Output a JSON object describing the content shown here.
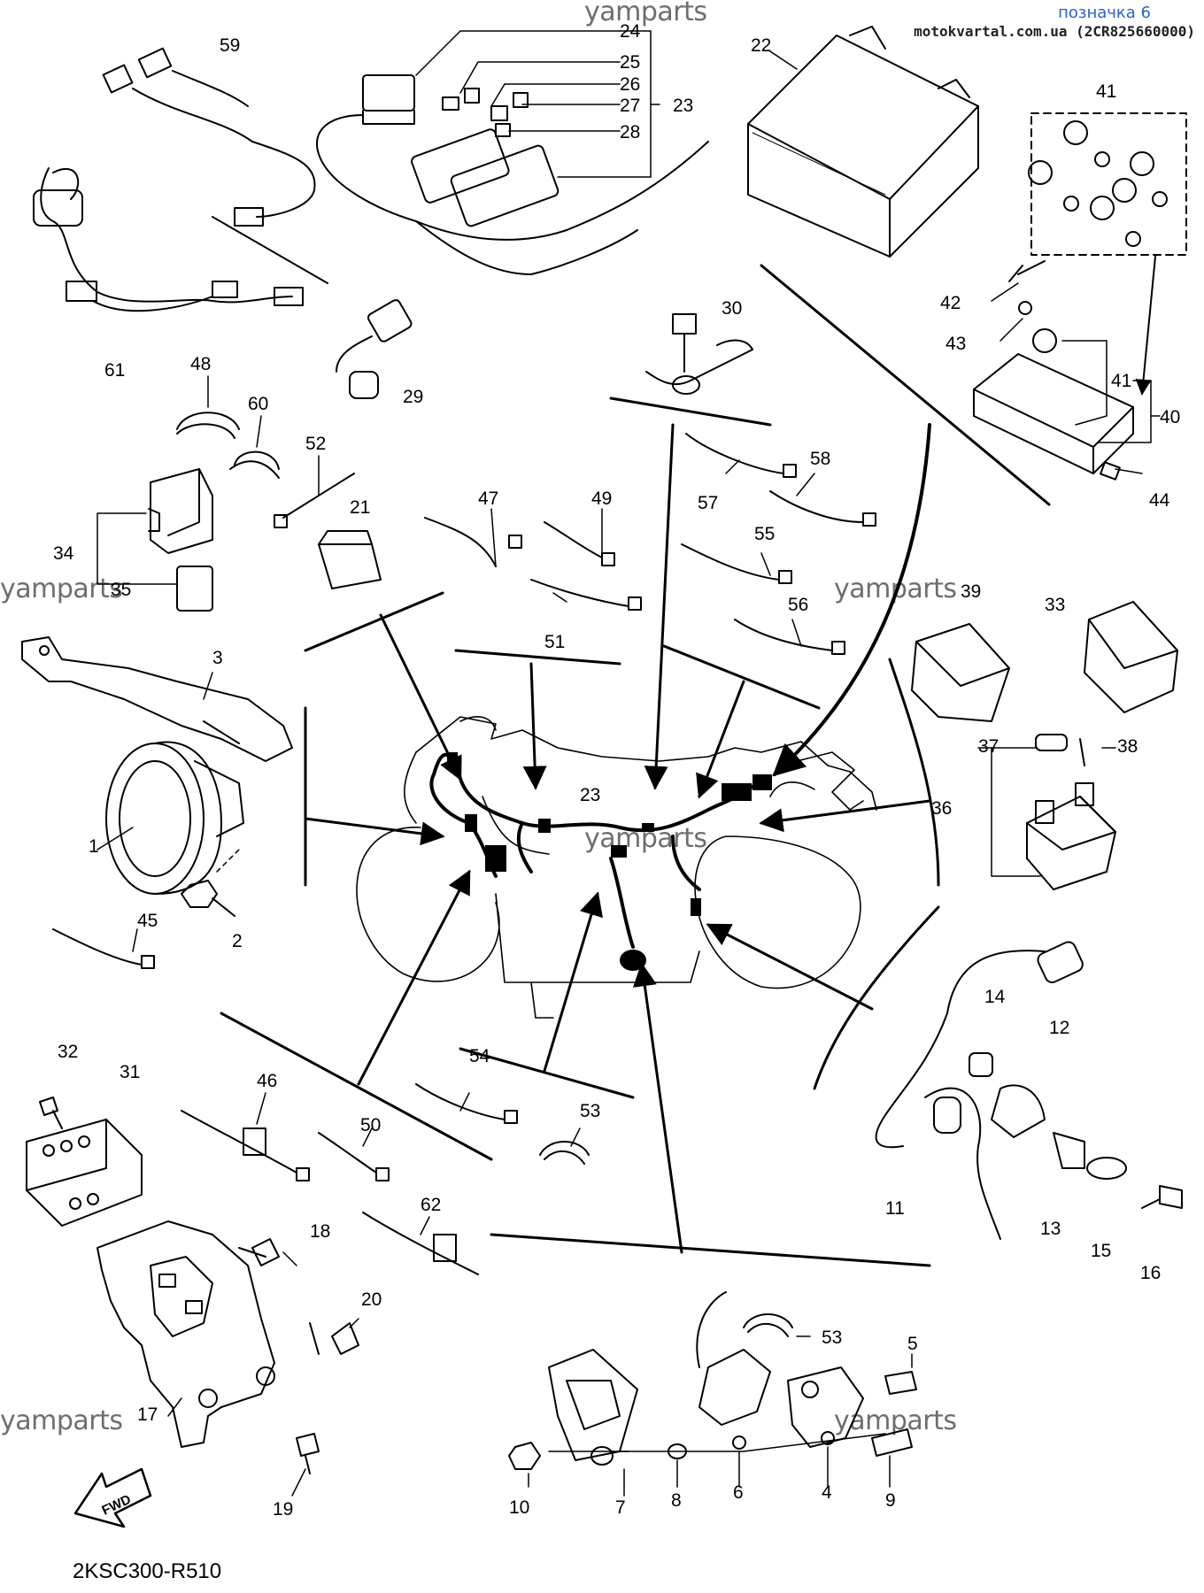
{
  "header": {
    "title": "позначка 6",
    "site": "motokvartal.com.ua (2CR825660000)"
  },
  "watermarks": [
    "yamparts",
    "yamparts",
    "yamparts",
    "yamparts",
    "yamparts",
    "yamparts"
  ],
  "diagram_code": "2KSC300-R510",
  "fwd_label": "FWD",
  "parts": [
    {
      "id": "p59",
      "label": "59"
    },
    {
      "id": "p61",
      "label": "61"
    },
    {
      "id": "p24",
      "label": "24"
    },
    {
      "id": "p25",
      "label": "25"
    },
    {
      "id": "p26",
      "label": "26"
    },
    {
      "id": "p27",
      "label": "27"
    },
    {
      "id": "p23a",
      "label": "23"
    },
    {
      "id": "p28",
      "label": "28"
    },
    {
      "id": "p22",
      "label": "22"
    },
    {
      "id": "p41a",
      "label": "41"
    },
    {
      "id": "p42",
      "label": "42"
    },
    {
      "id": "p43",
      "label": "43"
    },
    {
      "id": "p41b",
      "label": "41"
    },
    {
      "id": "p40",
      "label": "40"
    },
    {
      "id": "p44",
      "label": "44"
    },
    {
      "id": "p29",
      "label": "29"
    },
    {
      "id": "p30",
      "label": "30"
    },
    {
      "id": "p48",
      "label": "48"
    },
    {
      "id": "p60",
      "label": "60"
    },
    {
      "id": "p52",
      "label": "52"
    },
    {
      "id": "p21",
      "label": "21"
    },
    {
      "id": "p47",
      "label": "47"
    },
    {
      "id": "p49",
      "label": "49"
    },
    {
      "id": "p51",
      "label": "51"
    },
    {
      "id": "p57",
      "label": "57"
    },
    {
      "id": "p58",
      "label": "58"
    },
    {
      "id": "p55",
      "label": "55"
    },
    {
      "id": "p56",
      "label": "56"
    },
    {
      "id": "p34",
      "label": "34"
    },
    {
      "id": "p35",
      "label": "35"
    },
    {
      "id": "p39",
      "label": "39"
    },
    {
      "id": "p33",
      "label": "33"
    },
    {
      "id": "p3",
      "label": "3"
    },
    {
      "id": "p37",
      "label": "37"
    },
    {
      "id": "p38",
      "label": "38"
    },
    {
      "id": "p36",
      "label": "36"
    },
    {
      "id": "p1",
      "label": "1"
    },
    {
      "id": "p23b",
      "label": "23"
    },
    {
      "id": "p2",
      "label": "2"
    },
    {
      "id": "p45",
      "label": "45"
    },
    {
      "id": "p14",
      "label": "14"
    },
    {
      "id": "p12",
      "label": "12"
    },
    {
      "id": "p32",
      "label": "32"
    },
    {
      "id": "p31",
      "label": "31"
    },
    {
      "id": "p46",
      "label": "46"
    },
    {
      "id": "p54",
      "label": "54"
    },
    {
      "id": "p53a",
      "label": "53"
    },
    {
      "id": "p50",
      "label": "50"
    },
    {
      "id": "p11",
      "label": "11"
    },
    {
      "id": "p13",
      "label": "13"
    },
    {
      "id": "p15",
      "label": "15"
    },
    {
      "id": "p16",
      "label": "16"
    },
    {
      "id": "p62",
      "label": "62"
    },
    {
      "id": "p18",
      "label": "18"
    },
    {
      "id": "p20",
      "label": "20"
    },
    {
      "id": "p17",
      "label": "17"
    },
    {
      "id": "p19",
      "label": "19"
    },
    {
      "id": "p53b",
      "label": "53"
    },
    {
      "id": "p5",
      "label": "5"
    },
    {
      "id": "p10",
      "label": "10"
    },
    {
      "id": "p7",
      "label": "7"
    },
    {
      "id": "p8",
      "label": "8"
    },
    {
      "id": "p6",
      "label": "6"
    },
    {
      "id": "p4",
      "label": "4"
    },
    {
      "id": "p9",
      "label": "9"
    }
  ]
}
